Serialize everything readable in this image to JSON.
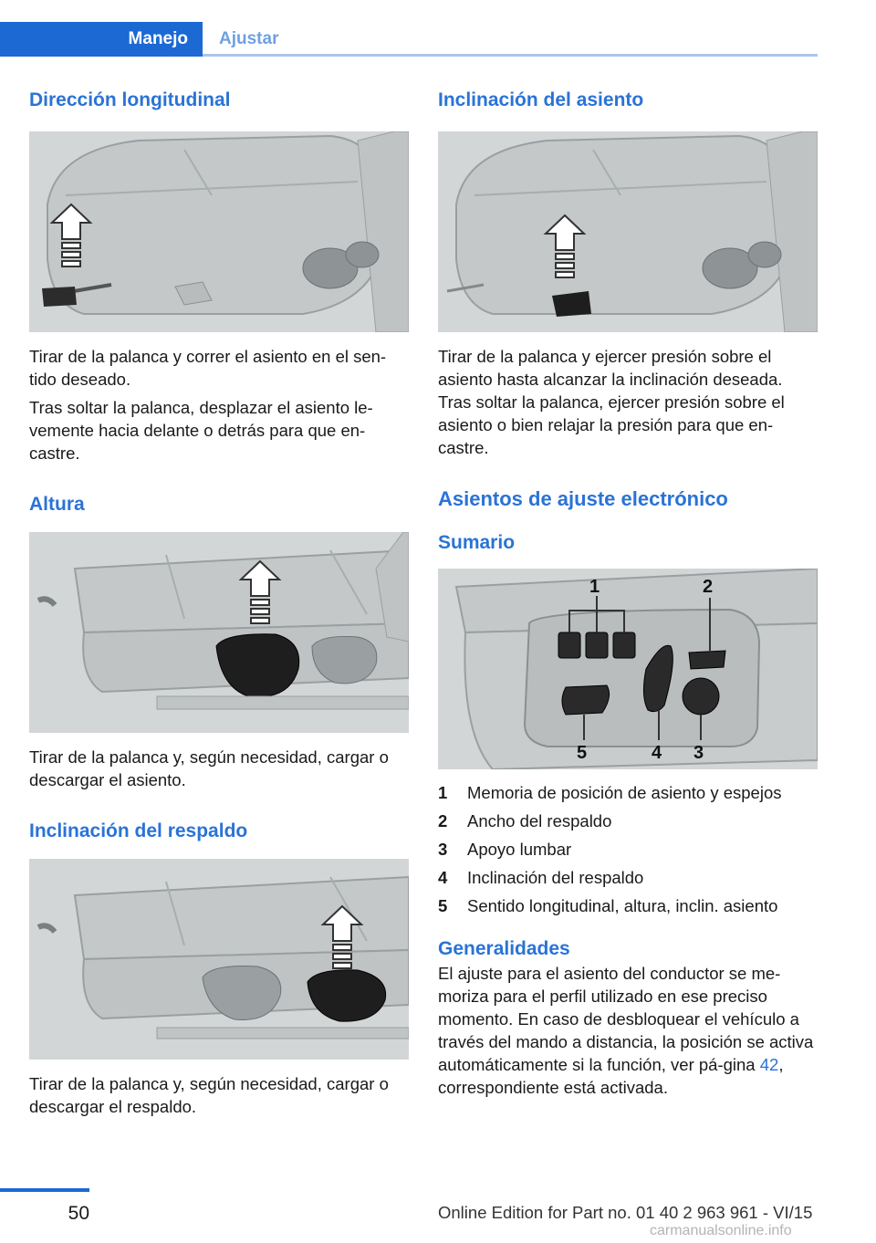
{
  "header": {
    "tab_active": "Manejo",
    "tab_inactive": "Ajustar"
  },
  "left": {
    "s1_title": "Dirección longitudinal",
    "s1_p1": "Tirar de la palanca y correr el asiento en el sen-tido deseado.",
    "s1_p2": "Tras soltar la palanca, desplazar el asiento le-vemente hacia delante o detrás para que en-castre.",
    "s2_title": "Altura",
    "s2_p1": "Tirar de la palanca y, según necesidad, cargar o descargar el asiento.",
    "s3_title": "Inclinación del respaldo",
    "s3_p1": "Tirar de la palanca y, según necesidad, cargar o descargar el respaldo."
  },
  "right": {
    "s1_title": "Inclinación del asiento",
    "s1_p1": "Tirar de la palanca y ejercer presión sobre el asiento hasta alcanzar la inclinación deseada. Tras soltar la palanca, ejercer presión sobre el asiento o bien relajar la presión para que en-castre.",
    "s2_title": "Asientos de ajuste electrónico",
    "s3_title": "Sumario",
    "callouts": [
      "1",
      "2",
      "3",
      "4",
      "5"
    ],
    "legend": [
      {
        "num": "1",
        "text": "Memoria de posición de asiento y espejos"
      },
      {
        "num": "2",
        "text": "Ancho del respaldo"
      },
      {
        "num": "3",
        "text": "Apoyo lumbar"
      },
      {
        "num": "4",
        "text": "Inclinación del respaldo"
      },
      {
        "num": "5",
        "text": "Sentido longitudinal, altura, inclin. asiento"
      }
    ],
    "s4_title": "Generalidades",
    "s4_text_before": "El ajuste para el asiento del conductor se me-moriza para el perfil utilizado en ese preciso momento. En caso de desbloquear el vehículo a través del mando a distancia, la posición se activa automáticamente si la función, ver pá-gina ",
    "s4_link": "42",
    "s4_text_after": ", correspondiente está activada."
  },
  "footer": {
    "page_number": "50",
    "online_edition": "Online Edition for Part no. 01 40 2 963 961 - VI/15",
    "watermark": "carmanualsonline.info"
  },
  "colors": {
    "accent": "#1c69d4",
    "heading": "#2a73d6"
  }
}
